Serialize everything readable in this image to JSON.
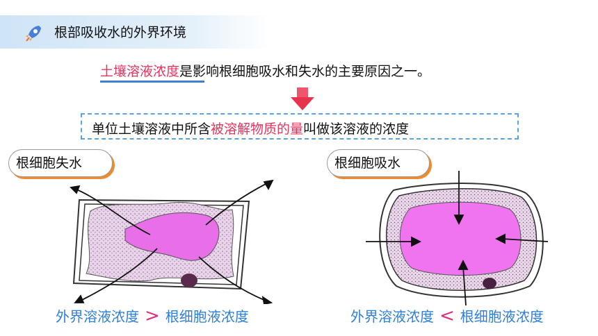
{
  "header": {
    "title": "根部吸收水的外界环境",
    "icon": "rocket-icon"
  },
  "intro": {
    "highlight": "土壤溶液浓度",
    "rest": "是影响根细胞吸水和失水的主要原因之一。"
  },
  "definition": {
    "pre": "单位土壤溶液中所含",
    "highlight": "被溶解物质的量",
    "post": "叫做该溶液的浓度"
  },
  "left_panel": {
    "label": "根细胞失水",
    "comparison": {
      "left": "外界溶液浓度",
      "symbol": ">",
      "right": "根细胞液浓度"
    }
  },
  "right_panel": {
    "label": "根细胞吸水",
    "comparison": {
      "left": "外界溶液浓度",
      "symbol": "<",
      "right": "根细胞液浓度"
    }
  },
  "colors": {
    "red": "#e8335c",
    "blue": "#2f7fd8",
    "header_bg": "#cfe4f7",
    "vacuole": "#e86fe8",
    "cytoplasm": "#e9d3ea"
  }
}
